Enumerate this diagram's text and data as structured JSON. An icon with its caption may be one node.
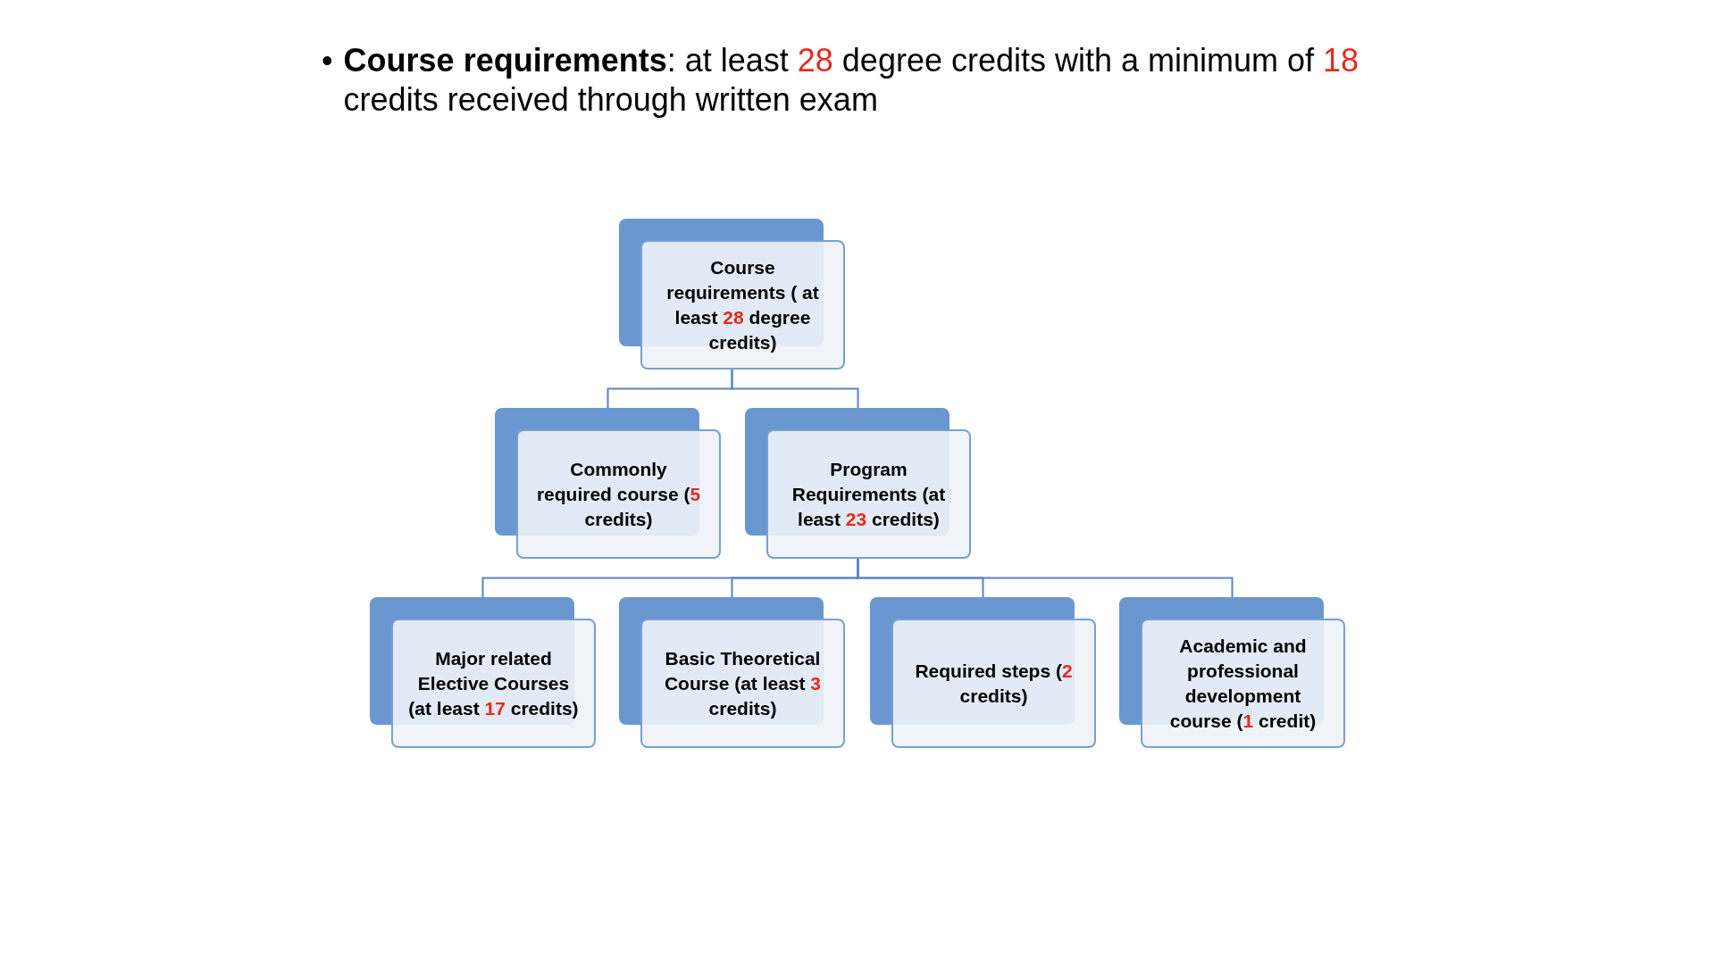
{
  "diagram": {
    "labels": [
      "•"
    ],
    "title": "**Course requirements**:  at least 28 degree credits with a minimum of 18 credits received through written exam",
    "nodes": [
      {
        "text": [
          "Course requirements ( at least 28 degree credits)"
        ]
      },
      {
        "text": [
          "Commonly required course (5 credits)"
        ]
      },
      {
        "text": [
          "Program Requirements (at least 23 credits)"
        ]
      },
      {
        "text": [
          "Major related Elective Courses (at least 17 credits)"
        ]
      },
      {
        "text": [
          "Basic Theoretical Course (at least 3 credits)"
        ]
      },
      {
        "text": [
          "Required steps (2 credits)"
        ]
      },
      {
        "text": [
          "Academic and professional development course (1 credit)"
        ]
      }
    ],
    "edges": [
      {
        "from": 0,
        "to": 1,
        "arrow": "none"
      },
      {
        "from": 0,
        "to": 2,
        "arrow": "none"
      },
      {
        "from": 2,
        "to": 3,
        "arrow": "none"
      },
      {
        "from": 2,
        "to": 4,
        "arrow": "none"
      },
      {
        "from": 2,
        "to": 5,
        "arrow": "none"
      },
      {
        "from": 2,
        "to": 6,
        "arrow": "none"
      }
    ]
  }
}
